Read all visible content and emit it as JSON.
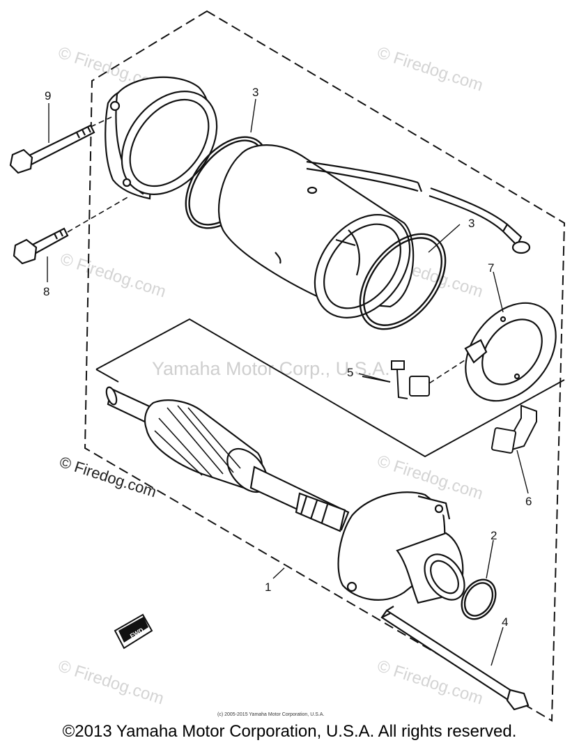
{
  "watermarks": {
    "tile_text": "© Firedog.com",
    "center_text": "Yamaha Motor Corp., U.S.A.",
    "left_text": "© Firedog.com"
  },
  "callouts": {
    "p1": "1",
    "p2": "2",
    "p3a": "3",
    "p3b": "3",
    "p4": "4",
    "p5": "5",
    "p6": "6",
    "p7": "7",
    "p8": "8",
    "p9": "9"
  },
  "fwd_badge": "FWD",
  "small_copyright": "(c) 2005-2015 Yamaha Motor Corporation, U.S.A.",
  "footer_copyright": "©2013 Yamaha Motor Corporation, U.S.A. All rights reserved."
}
